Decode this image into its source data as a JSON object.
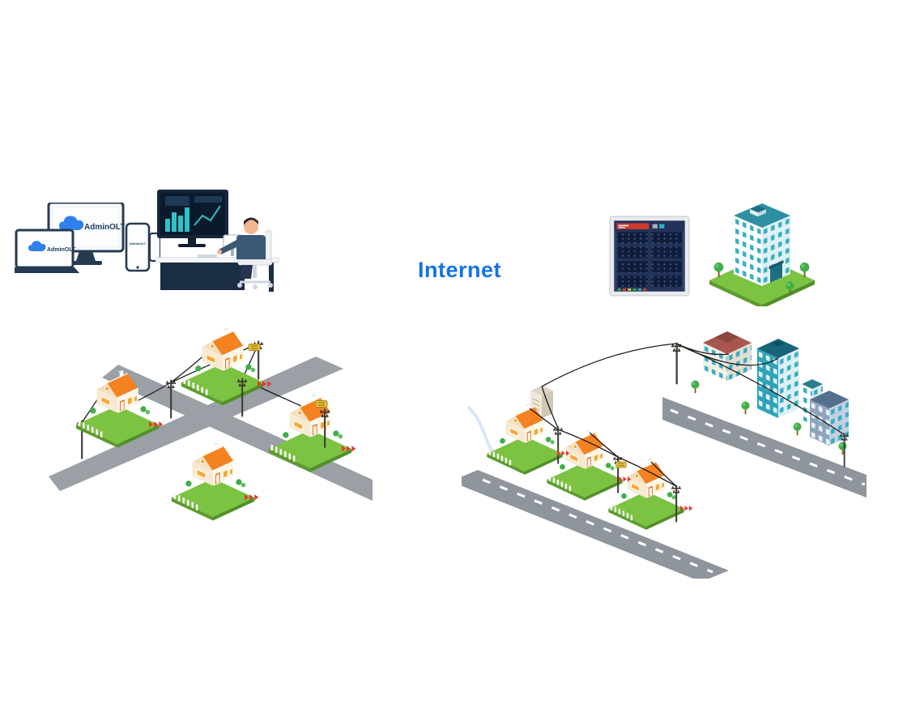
{
  "labels": {
    "internet": "Internet",
    "brand_monitor": "AdminOLT",
    "brand_laptop": "AdminOLT",
    "brand_tablet": "AdminOLT"
  },
  "colors": {
    "internet_text": "#1273e6",
    "brand_navy": "#1b3a5c",
    "brand_cloud_blue": "#2f80ed",
    "house_roof_orange": "#f58220",
    "lawn_green": "#7cc342",
    "building_teal": "#2ea3ba",
    "olt_body_navy": "#223258",
    "olt_label_red": "#cf3a2e",
    "road_gray": "#8f959c",
    "cable_black": "#1c1c1c",
    "splitter_yellow": "#e9c53c",
    "chevron_red": "#e23c2e"
  },
  "icons": {
    "scenes": [
      "admin-devices-illustration",
      "operator-desk-illustration",
      "olt-rack-illustration",
      "central-office-building-illustration",
      "residential-neighborhood-illustration",
      "town-ftth-illustration"
    ]
  }
}
